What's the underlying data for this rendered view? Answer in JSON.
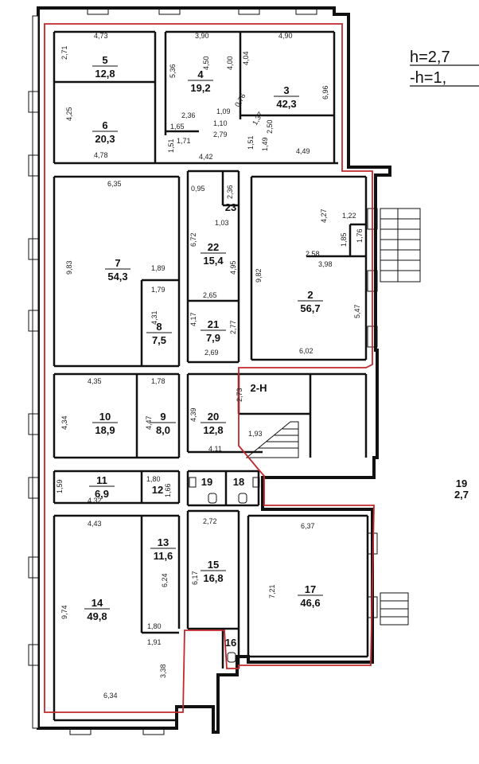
{
  "legend": {
    "line1": "h=2,7",
    "line2": "-h=1,",
    "right_num": "19",
    "right_val": "2,7"
  },
  "rooms": [
    {
      "id": "5",
      "num": "5",
      "area": "12,8"
    },
    {
      "id": "6",
      "num": "6",
      "area": "20,3"
    },
    {
      "id": "4",
      "num": "4",
      "area": "19,2"
    },
    {
      "id": "3",
      "num": "3",
      "area": "42,3"
    },
    {
      "id": "7",
      "num": "7",
      "area": "54,3"
    },
    {
      "id": "8",
      "num": "8",
      "area": "7,5"
    },
    {
      "id": "22",
      "num": "22",
      "area": "15,4"
    },
    {
      "id": "21",
      "num": "21",
      "area": "7,9"
    },
    {
      "id": "23",
      "num": "23",
      "area": ""
    },
    {
      "id": "2",
      "num": "2",
      "area": "56,7"
    },
    {
      "id": "10",
      "num": "10",
      "area": "18,9"
    },
    {
      "id": "9",
      "num": "9",
      "area": "8,0"
    },
    {
      "id": "20",
      "num": "20",
      "area": "12,8"
    },
    {
      "id": "2n",
      "num": "2-Н",
      "area": ""
    },
    {
      "id": "11",
      "num": "11",
      "area": "6,9"
    },
    {
      "id": "12",
      "num": "12",
      "area": ""
    },
    {
      "id": "19",
      "num": "19",
      "area": ""
    },
    {
      "id": "18",
      "num": "18",
      "area": ""
    },
    {
      "id": "13",
      "num": "13",
      "area": "11,6"
    },
    {
      "id": "14",
      "num": "14",
      "area": "49,8"
    },
    {
      "id": "15",
      "num": "15",
      "area": "16,8"
    },
    {
      "id": "16",
      "num": "16",
      "area": ""
    },
    {
      "id": "17",
      "num": "17",
      "area": "46,6"
    }
  ],
  "dimensions": [
    "4,73",
    "2,71",
    "4,25",
    "4,78",
    "3,90",
    "4,90",
    "5,36",
    "4,50",
    "4,00",
    "4,04",
    "6,96",
    "2,36",
    "1,09",
    "0,76",
    "1,65",
    "1,10",
    "2,79",
    "1,71",
    "1,51",
    "1,37",
    "2,50",
    "1,51",
    "1,49",
    "4,49",
    "4,42",
    "6,35",
    "0,95",
    "2,36",
    "1,03",
    "4,27",
    "1,22",
    "1,85",
    "1,76",
    "2,58",
    "3,98",
    "9,83",
    "1,89",
    "6,72",
    "4,95",
    "9,82",
    "1,79",
    "2,65",
    "4,31",
    "4,17",
    "2,77",
    "5,47",
    "2,69",
    "6,02",
    "4,35",
    "1,78",
    "2,73",
    "4,34",
    "4,47",
    "4,39",
    "1,93",
    "4,11",
    "1,59",
    "1,80",
    "4,32",
    "1,66",
    "4,43",
    "2,72",
    "6,37",
    "6,24",
    "6,17",
    "7,21",
    "9,74",
    "1,80",
    "1,91",
    "3,38",
    "6,34"
  ]
}
